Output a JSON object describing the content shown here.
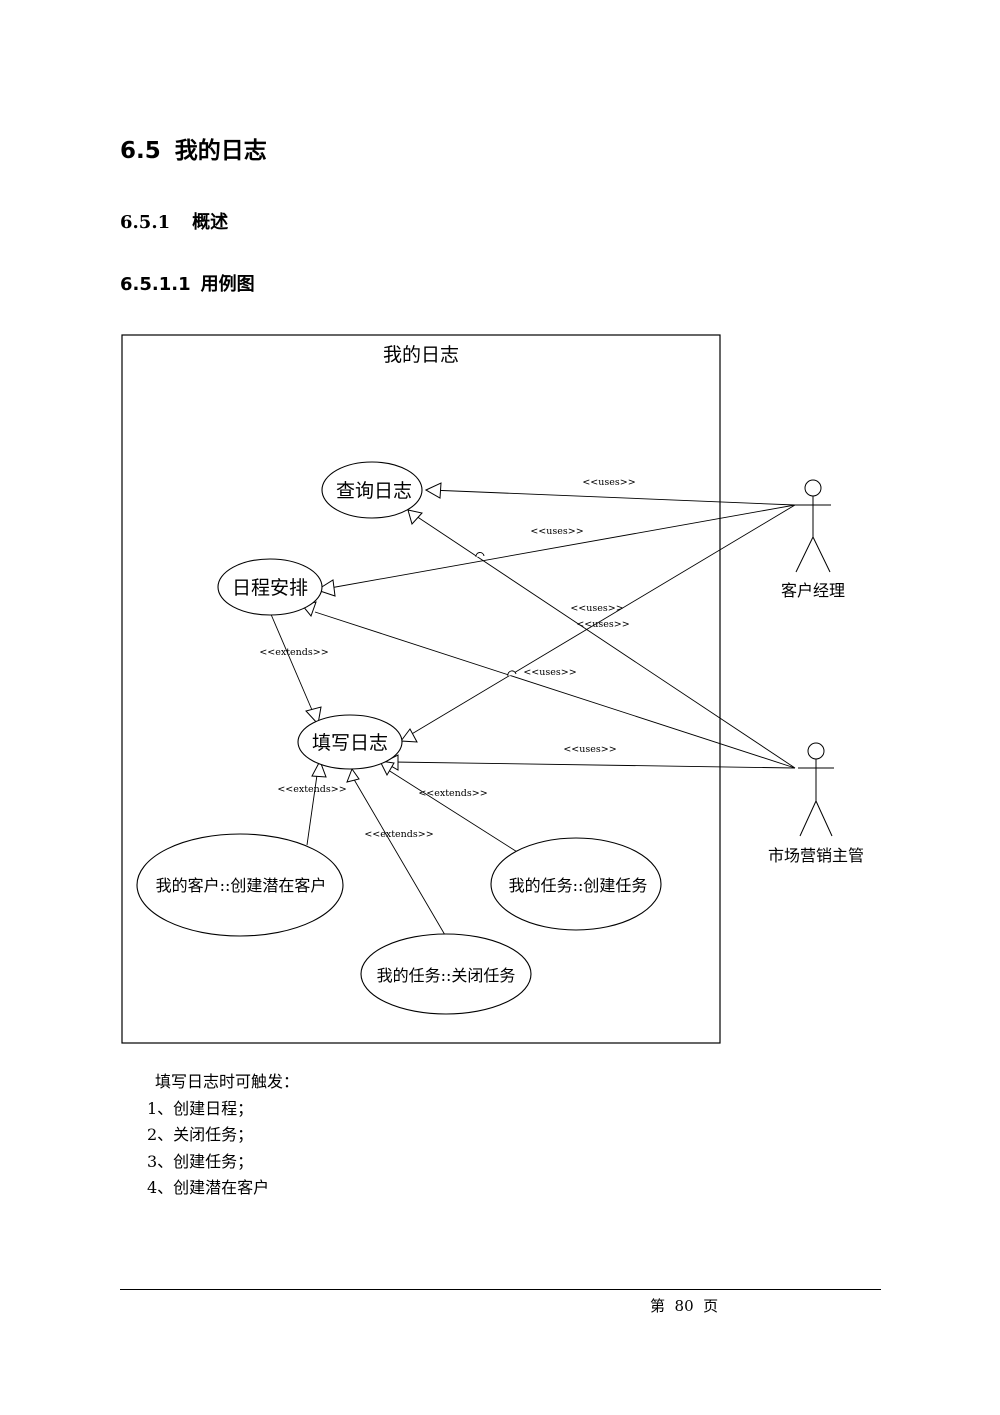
{
  "heading_1": {
    "number": "6.5",
    "title": "我的日志"
  },
  "heading_2": {
    "number": "6.5.1",
    "title": "概述"
  },
  "heading_3": {
    "number": "6.5.1.1",
    "title": "用例图"
  },
  "diagram": {
    "system_title": "我的日志",
    "use_cases": {
      "query_log": "查询日志",
      "schedule": "日程安排",
      "write_log": "填写日志",
      "create_potential_customer": "我的客户::创建潜在客户",
      "create_task": "我的任务::创建任务",
      "close_task": "我的任务::关闭任务"
    },
    "actors": {
      "account_manager": "客户经理",
      "marketing_supervisor": "市场营销主管"
    },
    "labels": {
      "uses": "<<uses>>",
      "extends": "<<extends>>"
    }
  },
  "notes": {
    "intro": "填写日志时可触发：",
    "items": [
      "1、创建日程；",
      "2、关闭任务；",
      "3、创建任务；",
      "4、创建潜在客户"
    ]
  },
  "footer": {
    "page": "第  80  页"
  }
}
